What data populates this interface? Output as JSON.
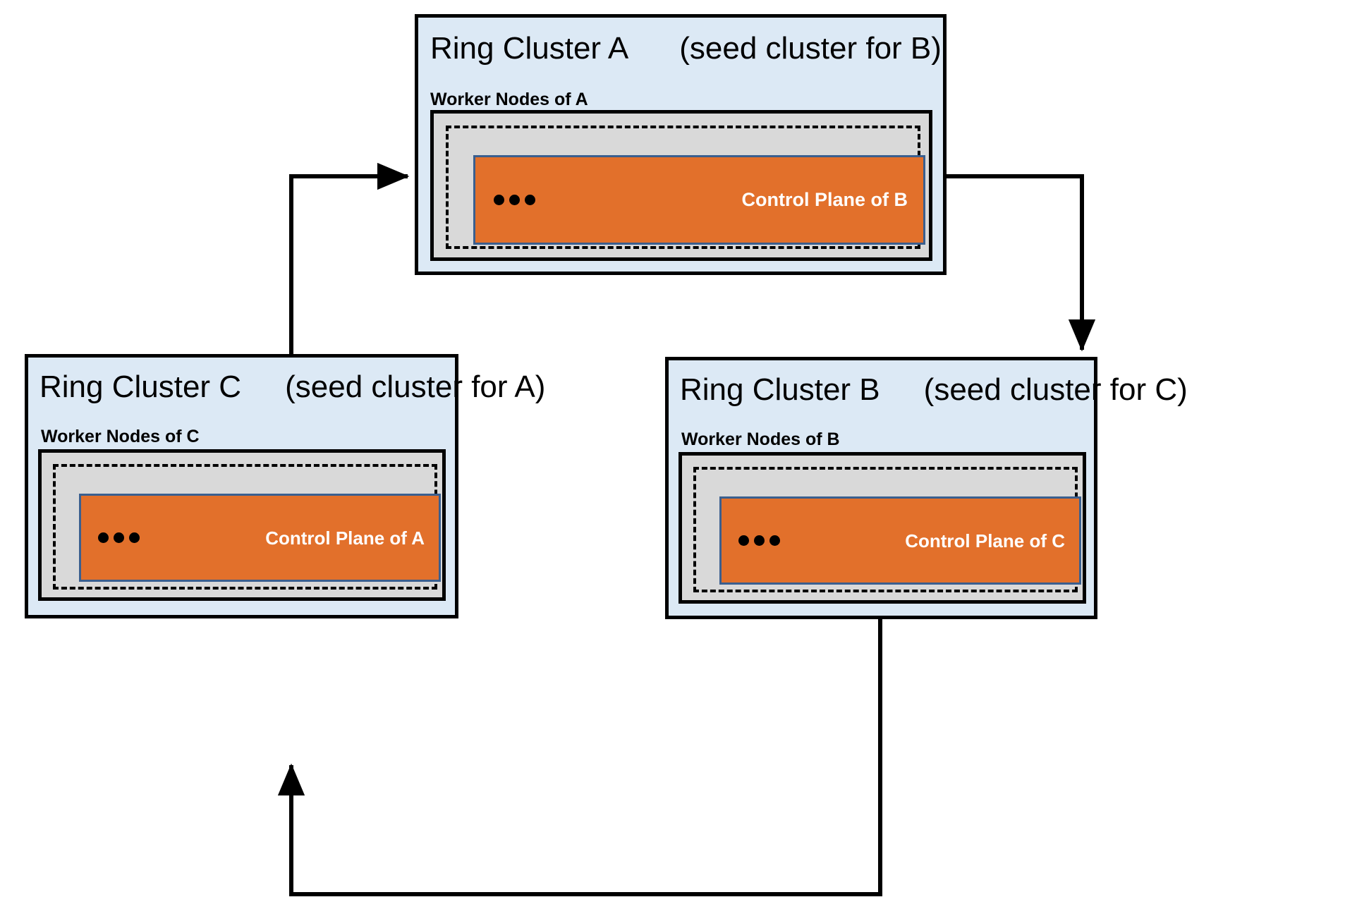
{
  "diagram": {
    "title": "Ring cluster topology with seed cluster relationships",
    "colors": {
      "cluster_fill": "#dce9f5",
      "worker_fill": "#d9d9d9",
      "control_plane_fill": "#e2702b",
      "control_plane_border": "#3a5f8f",
      "stroke": "#000000",
      "control_plane_text": "#ffffff"
    },
    "clusters": [
      {
        "id": "a",
        "title_main": "Ring Cluster A",
        "title_sub": "(seed cluster for B)",
        "worker_label": "Worker Nodes of A",
        "control_plane_label": "Control Plane of B",
        "dots": 3
      },
      {
        "id": "c",
        "title_main": "Ring Cluster C",
        "title_sub": "(seed cluster for A)",
        "worker_label": "Worker Nodes of C",
        "control_plane_label": "Control Plane of A",
        "dots": 3
      },
      {
        "id": "b",
        "title_main": "Ring Cluster B",
        "title_sub": "(seed cluster for C)",
        "worker_label": "Worker Nodes of B",
        "control_plane_label": "Control Plane of C",
        "dots": 3
      }
    ],
    "connections": [
      {
        "id": "c-to-a",
        "from": "Ring Cluster C",
        "to": "Ring Cluster A",
        "direction": "up-right"
      },
      {
        "id": "a-to-b",
        "from": "Ring Cluster A",
        "to": "Ring Cluster B",
        "direction": "right-down"
      },
      {
        "id": "b-to-c",
        "from": "Ring Cluster B",
        "to": "Ring Cluster C",
        "direction": "down-left-up"
      }
    ]
  }
}
